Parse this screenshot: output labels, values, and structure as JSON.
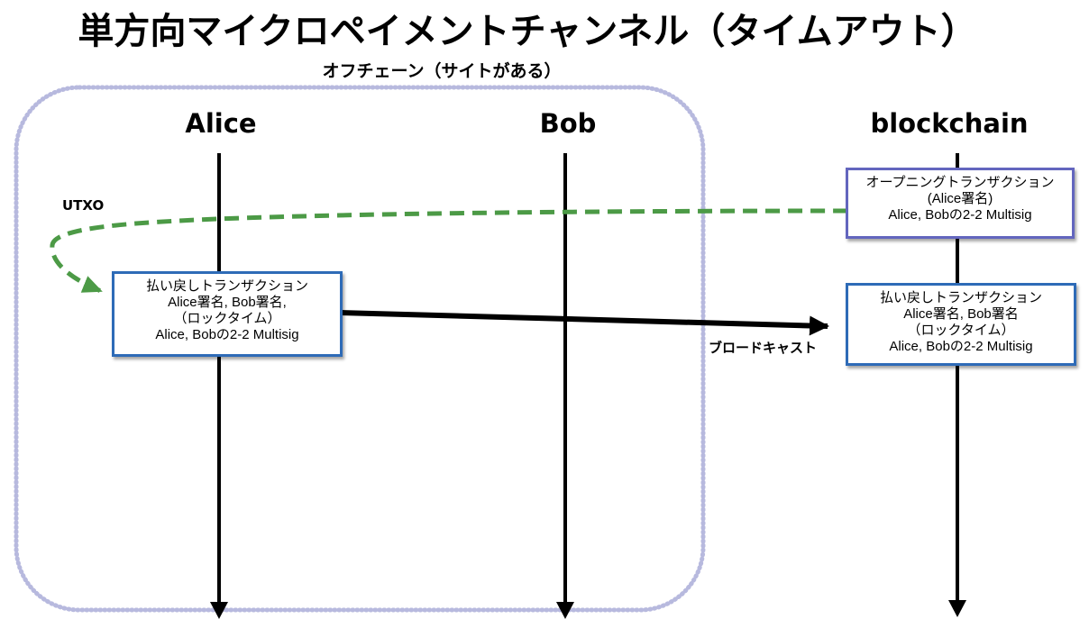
{
  "title": "単方向マイクロペイメントチャンネル（タイムアウト）",
  "offchain_label": "オフチェーン（サイトがある）",
  "lanes": {
    "alice": "Alice",
    "bob": "Bob",
    "blockchain": "blockchain"
  },
  "utxo_label": "UTXO",
  "broadcast_label": "ブロードキャスト",
  "boxes": {
    "refund_offchain": {
      "lines": [
        "払い戻しトランザクション",
        "Alice署名, Bob署名,",
        "（ロックタイム）",
        "Alice, Bobの2-2 Multisig"
      ]
    },
    "opening": {
      "lines": [
        "オープニングトランザクション",
        "(Alice署名)",
        "Alice, Bobの2-2 Multisig"
      ]
    },
    "refund_chain": {
      "lines": [
        "払い戻しトランザクション",
        "Alice署名, Bob署名",
        "（ロックタイム）",
        "Alice, Bobの2-2 Multisig"
      ]
    }
  },
  "colors": {
    "offchain_border": "#B7B9DE",
    "utxo_arrow": "#4C9A46",
    "box_border_blue": "#2E6BB7",
    "box_border_purple": "#6366BE",
    "lifeline": "#000000"
  }
}
